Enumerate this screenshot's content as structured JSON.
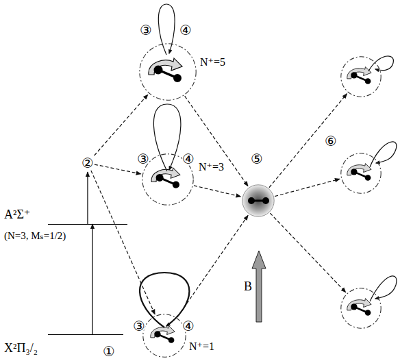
{
  "diagram": {
    "nodes": [
      {
        "text": [
          "X²Π₃/₂"
        ]
      },
      {
        "text": [
          "A²Σ⁺",
          "(N=3, Mₛ=1/2)"
        ]
      },
      {
        "text": [
          "②"
        ]
      },
      {
        "text": [
          "N⁺=5"
        ]
      },
      {
        "text": [
          "N⁺=3"
        ]
      },
      {
        "text": [
          "N⁺=1"
        ]
      },
      {
        "text": [
          "⑤"
        ]
      },
      {
        "text": []
      },
      {
        "text": [
          "⑥"
        ]
      },
      {
        "text": []
      }
    ],
    "edges": [
      {
        "from": 0,
        "to": 1,
        "arrow": "to"
      },
      {
        "from": 1,
        "to": 2,
        "arrow": "to"
      },
      {
        "from": 2,
        "to": 3,
        "arrow": "to"
      },
      {
        "from": 2,
        "to": 4,
        "arrow": "to"
      },
      {
        "from": 2,
        "to": 5,
        "arrow": "to"
      },
      {
        "from": 3,
        "to": 6,
        "arrow": "to"
      },
      {
        "from": 4,
        "to": 6,
        "arrow": "to"
      },
      {
        "from": 5,
        "to": 6,
        "arrow": "to"
      },
      {
        "from": 6,
        "to": 7,
        "arrow": "to"
      },
      {
        "from": 6,
        "to": 8,
        "arrow": "to"
      },
      {
        "from": 6,
        "to": 9,
        "arrow": "to"
      }
    ],
    "labels": [
      "①",
      "③",
      "④",
      "③",
      "④",
      "③",
      "④",
      "B"
    ]
  }
}
